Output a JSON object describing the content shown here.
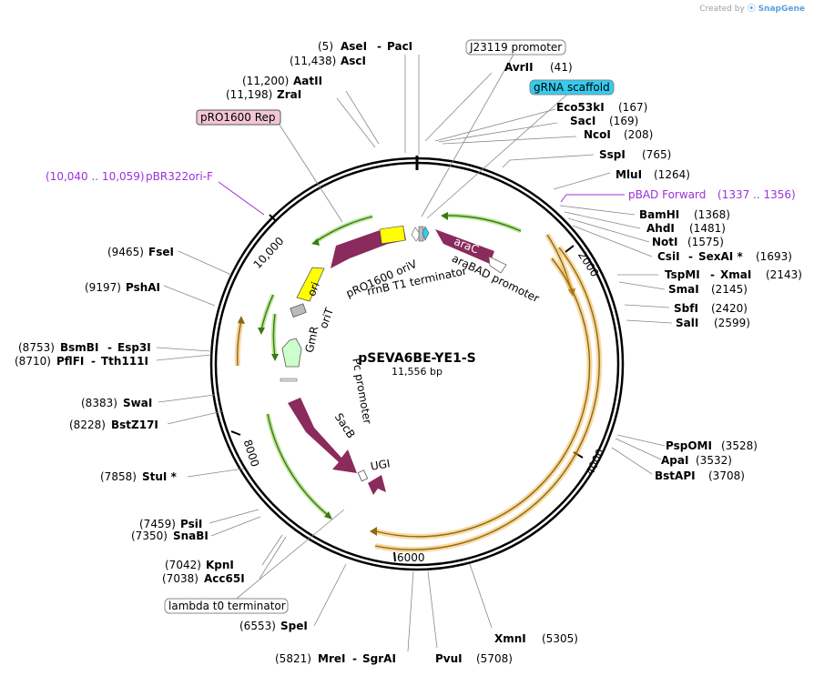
{
  "credit": {
    "prefix": "Created by",
    "brand": "SnapGene"
  },
  "plasmid": {
    "name": "pSEVA6BE-YE1-S",
    "size": "11,556 bp"
  },
  "ticks": [
    "2000",
    "4000",
    "6000",
    "8000",
    "10,000"
  ],
  "boxed_labels": {
    "j23119": "J23119 promoter",
    "grna": "gRNA scaffold",
    "pro1600rep": "pRO1600 Rep",
    "lambda": "lambda t0 terminator"
  },
  "primers": {
    "pbr322": {
      "name": "pBR322ori-F",
      "pos": "(10,040 .. 10,059)"
    },
    "pbad": {
      "name": "pBAD Forward",
      "pos": "(1337 .. 1356)"
    }
  },
  "features": {
    "arac": "araC",
    "arabad": "araBAD promoter",
    "pro1600oriv": "pRO1600 oriV",
    "rrnb": "rrnB T1 terminator",
    "ori": "ori",
    "orit": "oriT",
    "gmr": "GmR",
    "pc": "Pc promoter",
    "sacb": "SacB",
    "ugi": "UGI"
  },
  "enzymes": {
    "asei": {
      "pos": "(5)",
      "name": "AseI",
      "name2": "PacI"
    },
    "asci": {
      "pos": "(11,438)",
      "name": "AscI"
    },
    "aatii": {
      "pos": "(11,200)",
      "name": "AatII"
    },
    "zrai": {
      "pos": "(11,198)",
      "name": "ZraI"
    },
    "avrii": {
      "name": "AvrII",
      "pos": "(41)"
    },
    "eco53ki": {
      "name": "Eco53kI",
      "pos": "(167)"
    },
    "saci": {
      "name": "SacI",
      "pos": "(169)"
    },
    "ncoi": {
      "name": "NcoI",
      "pos": "(208)"
    },
    "sspi": {
      "name": "SspI",
      "pos": "(765)"
    },
    "mlui": {
      "name": "MluI",
      "pos": "(1264)"
    },
    "bamhi": {
      "name": "BamHI",
      "pos": "(1368)"
    },
    "ahdi": {
      "name": "AhdI",
      "pos": "(1481)"
    },
    "noti": {
      "name": "NotI",
      "pos": "(1575)"
    },
    "csii": {
      "name": "CsiI",
      "name2": "SexAI *",
      "pos": "(1693)"
    },
    "tspmi": {
      "name": "TspMI",
      "name2": "XmaI",
      "pos": "(2143)"
    },
    "smai": {
      "name": "SmaI",
      "pos": "(2145)"
    },
    "sbfi": {
      "name": "SbfI",
      "pos": "(2420)"
    },
    "sali": {
      "name": "SalI",
      "pos": "(2599)"
    },
    "pspomi": {
      "name": "PspOMI",
      "pos": "(3528)"
    },
    "apai": {
      "name": "ApaI",
      "pos": "(3532)"
    },
    "bstapi": {
      "name": "BstAPI",
      "pos": "(3708)"
    },
    "xmni": {
      "name": "XmnI",
      "pos": "(5305)"
    },
    "pvui": {
      "name": "PvuI",
      "pos": "(5708)"
    },
    "mrei": {
      "pos": "(5821)",
      "name": "MreI",
      "name2": "SgrAI"
    },
    "spei": {
      "pos": "(6553)",
      "name": "SpeI"
    },
    "acc65i": {
      "pos": "(7038)",
      "name": "Acc65I"
    },
    "kpni": {
      "pos": "(7042)",
      "name": "KpnI"
    },
    "snabi": {
      "pos": "(7350)",
      "name": "SnaBI"
    },
    "psii": {
      "pos": "(7459)",
      "name": "PsiI"
    },
    "stui": {
      "pos": "(7858)",
      "name": "StuI *"
    },
    "bstz17i": {
      "pos": "(8228)",
      "name": "BstZ17I"
    },
    "swai": {
      "pos": "(8383)",
      "name": "SwaI"
    },
    "pflfi": {
      "pos": "(8710)",
      "name": "PflFI",
      "name2": "Tth111I"
    },
    "bsmbi": {
      "pos": "(8753)",
      "name": "BsmBI",
      "name2": "Esp3I"
    },
    "pshai": {
      "pos": "(9197)",
      "name": "PshAI"
    },
    "fsei": {
      "pos": "(9465)",
      "name": "FseI"
    }
  },
  "colors": {
    "cds": "#8b2a5c",
    "rep_origin": "#ffff00",
    "promoter": "#ffffff",
    "marker": "#ccffcc",
    "terminator": "#bbbbbb",
    "grna": "#33ccee",
    "orf_orange": "#f0a830",
    "orf_green": "#4caf20",
    "primer": "#9b30d9",
    "rep_box": "#f2c6d6"
  }
}
